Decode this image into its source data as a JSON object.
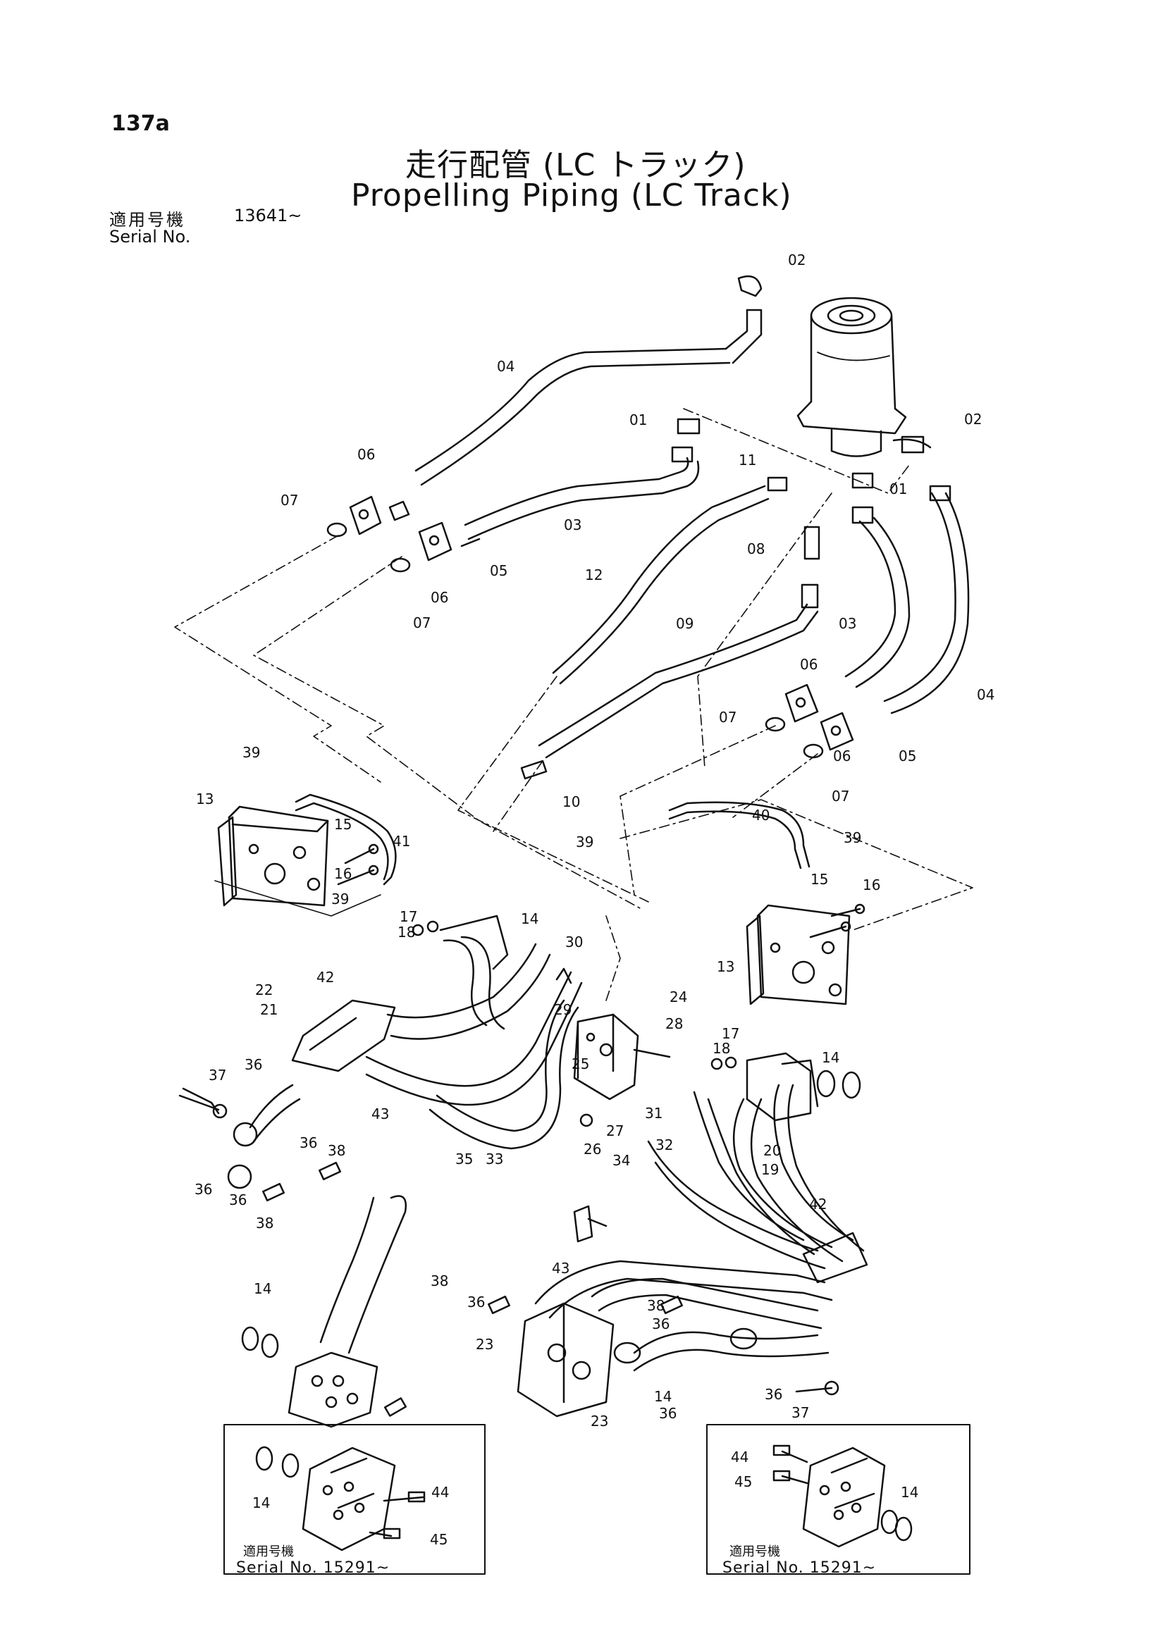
{
  "page_number": "137a",
  "title_jp": "走行配管 (LC トラック)",
  "title_en": "Propelling Piping (LC Track)",
  "serial": {
    "label_jp": "適用号機",
    "start": "13641~",
    "label_en": "Serial No."
  },
  "callouts": [
    "02",
    "04",
    "01",
    "02",
    "11",
    "01",
    "06",
    "07",
    "03",
    "05",
    "06",
    "07",
    "12",
    "08",
    "09",
    "03",
    "06",
    "04",
    "07",
    "05",
    "06",
    "07",
    "10",
    "39",
    "13",
    "15",
    "41",
    "16",
    "39",
    "40",
    "39",
    "39",
    "15",
    "16",
    "13",
    "17",
    "14",
    "18",
    "30",
    "42",
    "22",
    "21",
    "24",
    "29",
    "28",
    "25",
    "17",
    "18",
    "14",
    "37",
    "36",
    "43",
    "27",
    "31",
    "26",
    "32",
    "34",
    "35",
    "33",
    "36",
    "38",
    "20",
    "19",
    "36",
    "36",
    "38",
    "42",
    "43",
    "14",
    "38",
    "36",
    "23",
    "38",
    "36",
    "23",
    "14",
    "36",
    "36",
    "37"
  ],
  "inset_left": {
    "labels": [
      "14",
      "44",
      "45"
    ],
    "serial_jp": "適用号機",
    "serial_en": "Serial No. 15291~"
  },
  "inset_right": {
    "labels": [
      "44",
      "45",
      "14"
    ],
    "serial_jp": "適用号機",
    "serial_en": "Serial No. 15291~"
  }
}
